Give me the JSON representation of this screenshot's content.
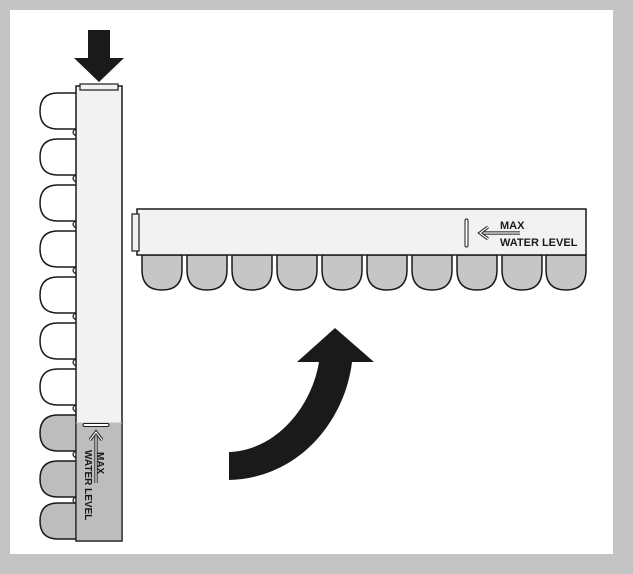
{
  "labels": {
    "horizontal_max": "MAX",
    "horizontal_water_level": "WATER LEVEL",
    "vertical_max": "MAX",
    "vertical_water_level": "WATER LEVEL"
  },
  "colors": {
    "outer_border": "#c4c4c4",
    "background": "#ffffff",
    "tray_body": "#efefef",
    "cup_fill": "#c6c6c6",
    "water": "#bdbdbd",
    "outline": "#1a1a1a",
    "arrow": "#1a1a1a"
  },
  "icons": [
    "down-arrow-icon",
    "curved-arrow-icon",
    "max-level-arrow-icon"
  ]
}
